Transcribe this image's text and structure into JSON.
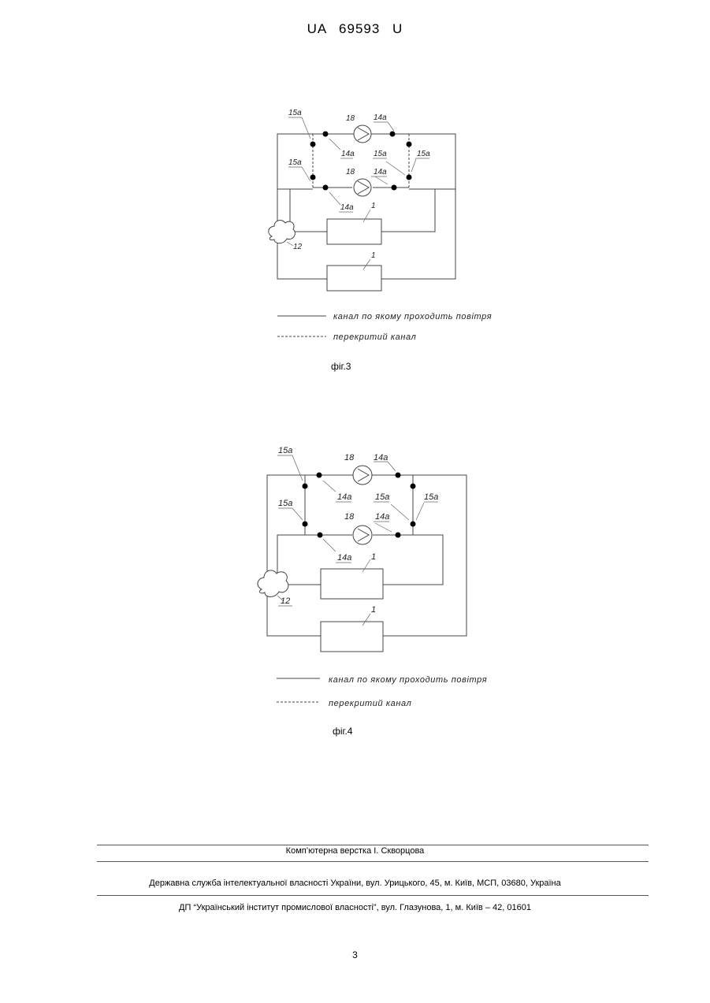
{
  "header": {
    "patent_number": "UA 69593 U"
  },
  "figure3": {
    "caption": "фіг.3",
    "labels": {
      "l15a_top": "15а",
      "l18_top": "18",
      "l14a_top": "14а",
      "l14a_mid_left": "14а",
      "l15a_mid": "15а",
      "l15a_right": "15а",
      "l15a_left": "15а",
      "l18_mid": "18",
      "l14a_mid": "14а",
      "l14a_low": "14а",
      "l1_top": "1",
      "l12": "12",
      "l1_bottom": "1"
    },
    "legend": {
      "solid": "канал по якому проходить повітря",
      "dashed": "перекритий канал"
    }
  },
  "figure4": {
    "caption": "фіг.4",
    "labels": {
      "l15a_top": "15а",
      "l18_top": "18",
      "l14a_top": "14а",
      "l14a_mid_left": "14а",
      "l15a_mid": "15а",
      "l15a_right": "15а",
      "l15a_left": "15а",
      "l18_mid": "18",
      "l14a_mid": "14а",
      "l14a_low": "14а",
      "l1_top": "1",
      "l12": "12",
      "l1_bottom": "1"
    },
    "legend": {
      "solid": "канал по якому проходить повітря",
      "dashed": "перекритий канал"
    }
  },
  "footer": {
    "layout": "Комп’ютерна верстка І. Скворцова",
    "office": "Державна служба інтелектуальної власності України, вул. Урицького, 45, м. Київ, МСП, 03680, Україна",
    "institute": "ДП “Український інститут промислової власності”, вул. Глазунова, 1, м. Київ – 42, 01601",
    "page_number": "3"
  }
}
